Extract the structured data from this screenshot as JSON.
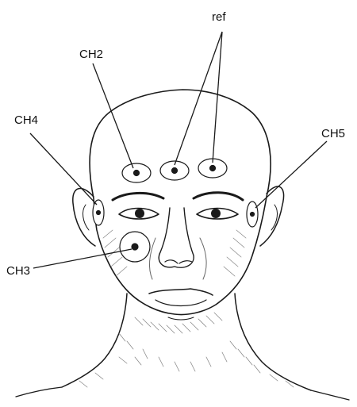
{
  "labels": {
    "ref": "ref",
    "ch2": "CH2",
    "ch3": "CH3",
    "ch4": "CH4",
    "ch5": "CH5"
  },
  "colors": {
    "ink": "#1a1a1a",
    "skin_shade": "#9a9a9a",
    "electrode_fill": "#ffffff"
  }
}
